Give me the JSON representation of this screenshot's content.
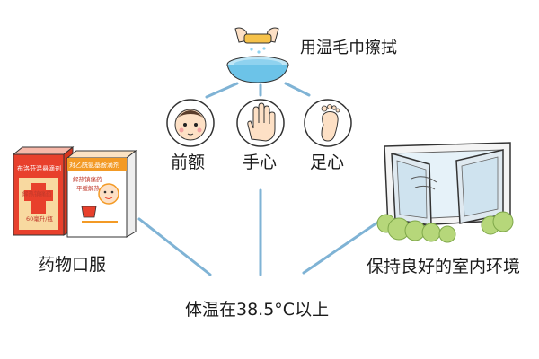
{
  "center": {
    "label": "体温在38.5°C以上"
  },
  "methods": {
    "medicine": {
      "label": "药物口服",
      "box1": {
        "brand": "布洛芬混悬滴剂",
        "line1": "解热镇痛药",
        "line2": "60毫升/瓶"
      },
      "box2": {
        "brand": "对乙酰氨基酚滴剂",
        "line1": "解热镇痛药",
        "line2": "平缓解热"
      }
    },
    "towel": {
      "label": "用温毛巾擦拭"
    },
    "environment": {
      "label": "保持良好的室内环境"
    }
  },
  "body_parts": [
    {
      "label": "前额",
      "icon": "baby-face-icon"
    },
    {
      "label": "手心",
      "icon": "palm-icon"
    },
    {
      "label": "足心",
      "icon": "foot-sole-icon"
    }
  ],
  "colors": {
    "connector": "#7fb3d5",
    "medicine_red": "#e8402c",
    "medicine_orange": "#f39a25",
    "basin": "#8fd2ef",
    "foliage": "#b6d77a"
  }
}
